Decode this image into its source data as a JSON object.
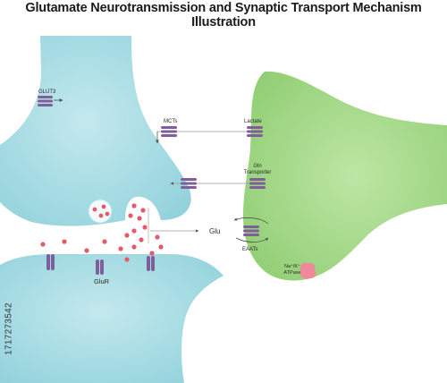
{
  "title": "Glutamate Neurotransmission and Synaptic Transport Mechanism Illustration",
  "labels": {
    "glut3": "GLUT3",
    "mcts": "MCTs",
    "lactate": "Lactate",
    "gln_line1": "Gln",
    "gln_line2": "Transporter",
    "glu": "Glu",
    "eaats": "EAATs",
    "glur": "GluR",
    "na_k_line1": "Na⁺/K⁺",
    "na_k_line2": "ATPase"
  },
  "stock_id": "1717273542",
  "colors": {
    "neuron_fill": "#a7dde4",
    "astrocyte_fill": "#a6d98a",
    "transporter": "#7f5f9a",
    "vesicle": "#e6596a",
    "atpase": "#f08a9a"
  }
}
